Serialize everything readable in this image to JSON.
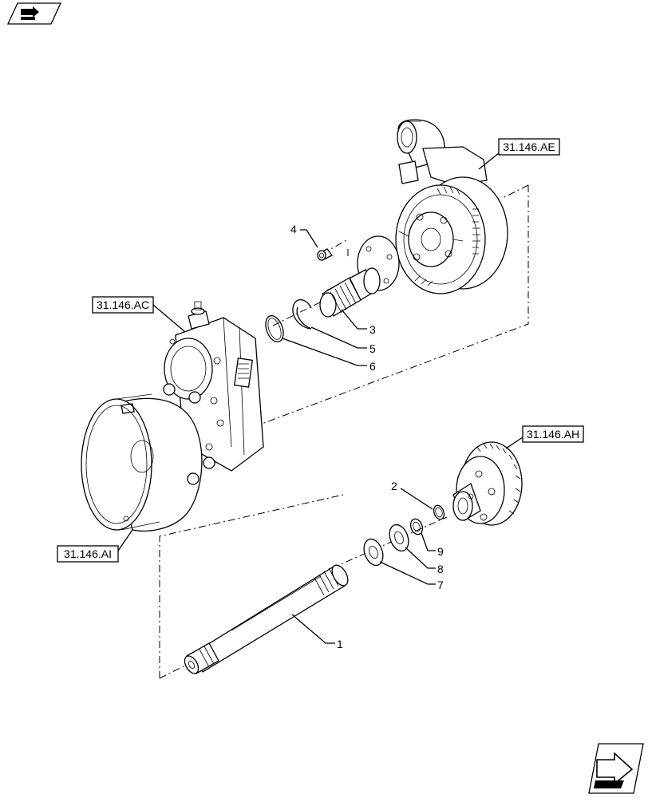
{
  "references": {
    "ae": "31.146.AE",
    "ac": "31.146.AC",
    "ah": "31.146.AH",
    "ai": "31.146.AI"
  },
  "callouts": {
    "p1": "1",
    "p2": "2",
    "p3": "3",
    "p4": "4",
    "p5": "5",
    "p6": "6",
    "p7": "7",
    "p8": "8",
    "p9": "9"
  },
  "icons": {
    "top_left": "book-arrow-icon",
    "bottom_right": "next-page-arrow-icon"
  }
}
